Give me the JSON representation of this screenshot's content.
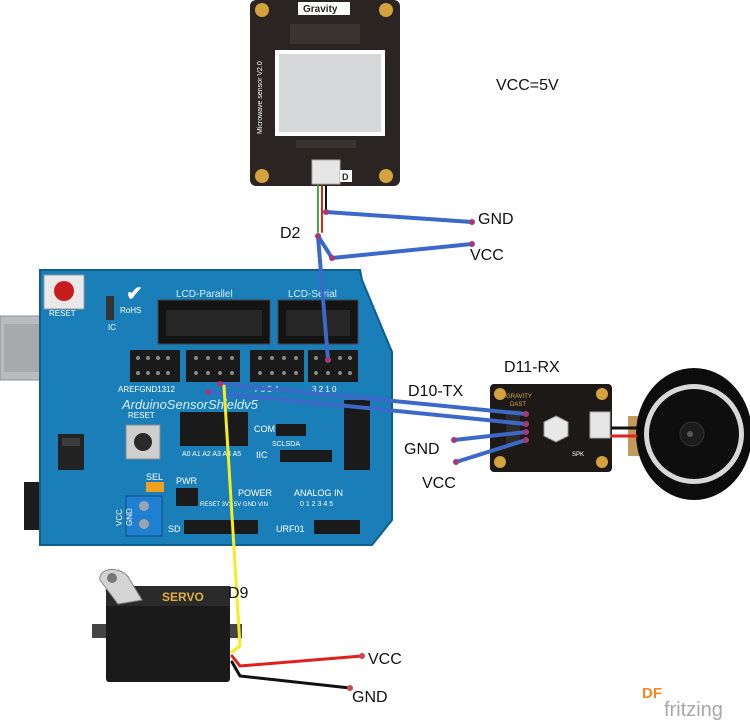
{
  "labels": {
    "vcc_note": "VCC=5V",
    "sensor_gnd": "GND",
    "sensor_vcc": "VCC",
    "sensor_pin": "D2",
    "mp3_rx": "D11-RX",
    "mp3_tx": "D10-TX",
    "mp3_gnd": "GND",
    "mp3_vcc": "VCC",
    "servo_pin": "D9",
    "servo_vcc": "VCC",
    "servo_gnd": "GND"
  },
  "sensor": {
    "brand": "Gravity",
    "side_text": "Microwave sensor V2.0",
    "type_letter": "D"
  },
  "shield": {
    "lcd_parallel": "LCD-Parallel",
    "lcd_serial": "LCD-Serial",
    "reset_top": "RESET",
    "reset_side": "RESET",
    "rohs": "RoHS",
    "title": "ArduinoSensorShieldv5",
    "com": "COM",
    "iic": "IIC",
    "sclsda": "SCLSDA",
    "aref": "AREFGND1312",
    "pins_mid": "7 6 5 4",
    "pins_right": "3 2 1 0",
    "analog_pins": "A0 A1 A2 A3 A4 A5",
    "pwr": "PWR",
    "sel": "SEL",
    "power": "POWER",
    "analog_in": "ANALOG IN",
    "power_pins": "RESET 3V3 5V GND VIN",
    "analog_nums": "0 1 2 3 4 5",
    "sd": "SD",
    "urf": "URF01",
    "gnd": "GND",
    "vcc": "VCC",
    "ic": "IC"
  },
  "mp3": {
    "brand": "GRAVITY",
    "sub": "DAST",
    "spk": "SPK"
  },
  "servo": {
    "label": "SERVO"
  },
  "footer": {
    "df": "DF",
    "fritzing": "fritzing"
  },
  "colors": {
    "pcb_blue": "#1a7fb8",
    "wire_blue": "#3c68c8",
    "wire_yellow": "#f4ee20",
    "wire_red": "#e0201c",
    "wire_black": "#111111",
    "sensor_board": "#2a2522",
    "df_orange": "#f08a24"
  }
}
